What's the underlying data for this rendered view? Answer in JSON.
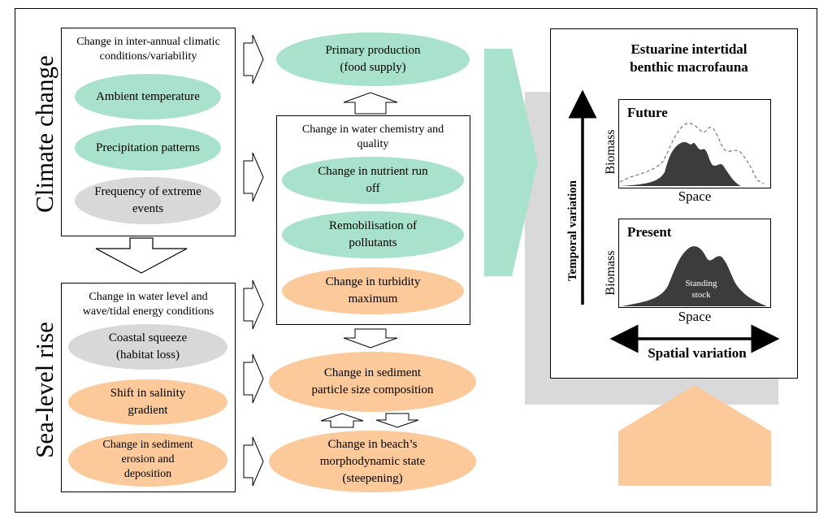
{
  "left_labels": {
    "climate": "Climate change",
    "sea_level": "Sea-level rise"
  },
  "climate_box": {
    "header": "Change in inter-annual climatic conditions/variability",
    "items": [
      "Ambient temperature",
      "Precipitation patterns",
      "Frequency of extreme events"
    ]
  },
  "sea_box": {
    "header": "Change in water level and wave/tidal energy conditions",
    "items": [
      "Coastal squeeze (habitat loss)",
      "Shift in salinity gradient",
      "Change in sediment erosion and deposition"
    ]
  },
  "middle": {
    "primary": "Primary production (food supply)",
    "water_header": "Change in  water chemistry and quality",
    "water_items": [
      "Change in nutrient run off",
      "Remobilisation of pollutants",
      "Change in turbidity maximum"
    ],
    "sediment": "Change in sediment particle size composition",
    "beach": "Change in beach’s morphodynamic state (steepening)"
  },
  "right_panel": {
    "title": "Estuarine intertidal benthic macrofauna",
    "temporal": "Temporal variation",
    "spatial": "Spatial variation",
    "future": "Future",
    "present": "Present",
    "biomass": "Biomass",
    "space": "Space",
    "standing_stock": "Standing stock"
  },
  "colors": {
    "green": "#a8e2cc",
    "orange": "#fbc99a",
    "grey": "#d8d8d8",
    "shadow": "#d9d9d9",
    "dark_fill": "#3c3c3c"
  }
}
